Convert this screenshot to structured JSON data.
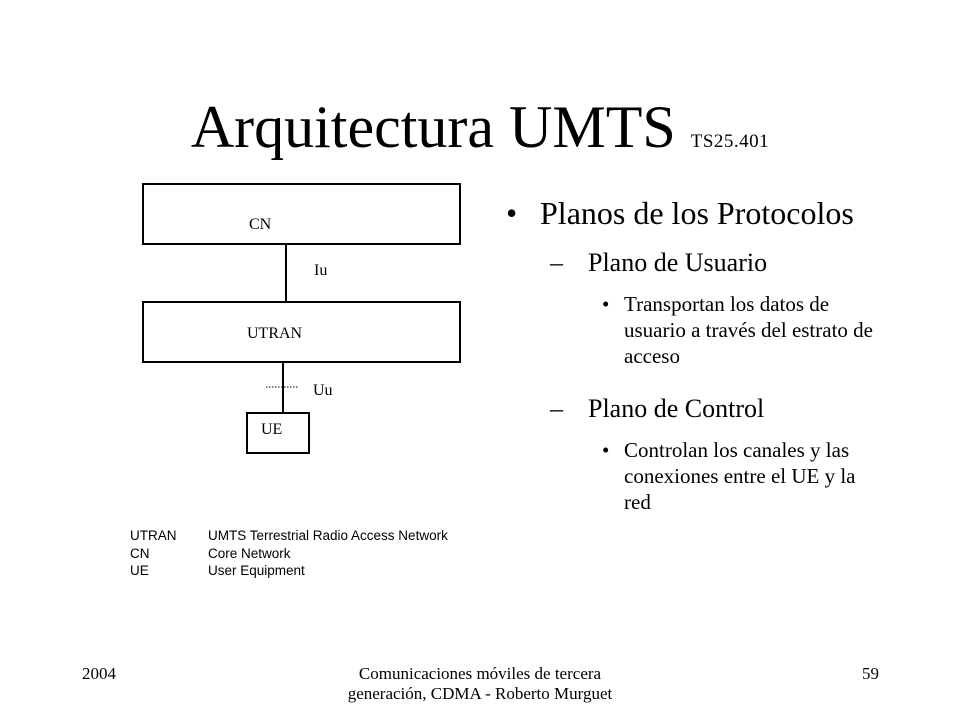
{
  "title": {
    "main": "Arquitectura UMTS",
    "reference": "TS25.401"
  },
  "diagram": {
    "cn_label": "CN",
    "iu_label": "Iu",
    "utran_label": "UTRAN",
    "uu_label": "Uu",
    "ue_label": "UE"
  },
  "legend": [
    {
      "abbr": "UTRAN",
      "full": "UMTS Terrestrial Radio Access Network"
    },
    {
      "abbr": "CN",
      "full": "Core Network"
    },
    {
      "abbr": "UE",
      "full": "User Equipment"
    }
  ],
  "bullets": {
    "main": "Planos de los Protocolos",
    "user_plane": {
      "label": "Plano de Usuario",
      "detail": "Transportan los datos de usuario a través del estrato de acceso"
    },
    "control_plane": {
      "label": "Plano de Control",
      "detail": "Controlan los canales y las conexiones entre el UE y la red"
    }
  },
  "footer": {
    "year": "2004",
    "center": "Comunicaciones móviles de tercera generación, CDMA - Roberto Murguet",
    "page": "59"
  }
}
